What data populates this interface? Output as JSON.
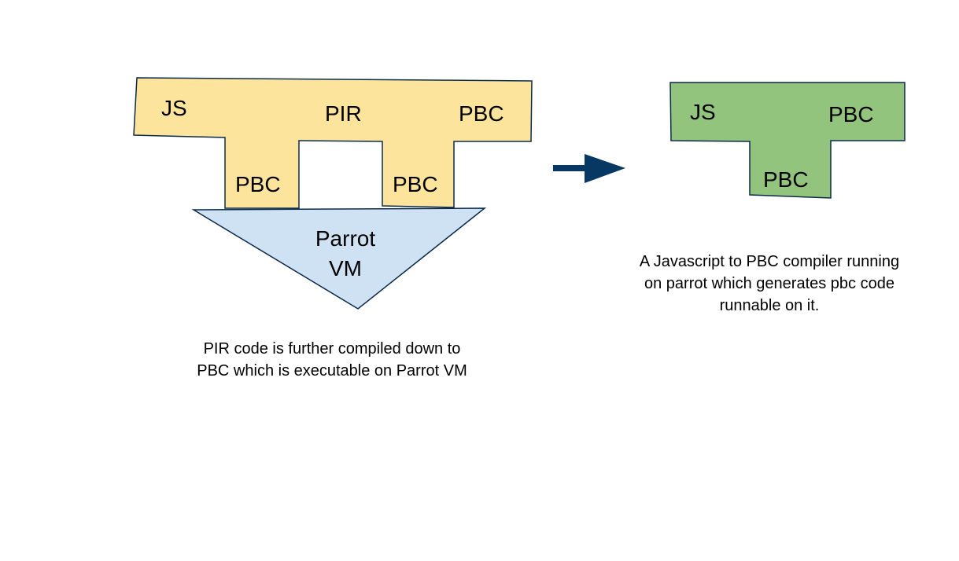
{
  "colors": {
    "tetris_fill": "#fde49c",
    "triangle_fill": "#cfe2f3",
    "result_fill": "#93c47d",
    "outline": "#0b2a4a",
    "arrow": "#073763"
  },
  "left_diagram": {
    "top_left_label": "JS",
    "top_middle_label": "PIR",
    "top_right_label": "PBC",
    "leg_left_label": "PBC",
    "leg_right_label": "PBC",
    "vm_label_line1": "Parrot",
    "vm_label_line2": "VM",
    "caption_line1": "PIR code is further compiled down to",
    "caption_line2": "PBC which is executable on Parrot VM"
  },
  "right_diagram": {
    "top_left_label": "JS",
    "top_right_label": "PBC",
    "leg_label": "PBC",
    "caption_line1": "A Javascript to PBC compiler running",
    "caption_line2": "on parrot which generates pbc code",
    "caption_line3": "runnable on it."
  }
}
